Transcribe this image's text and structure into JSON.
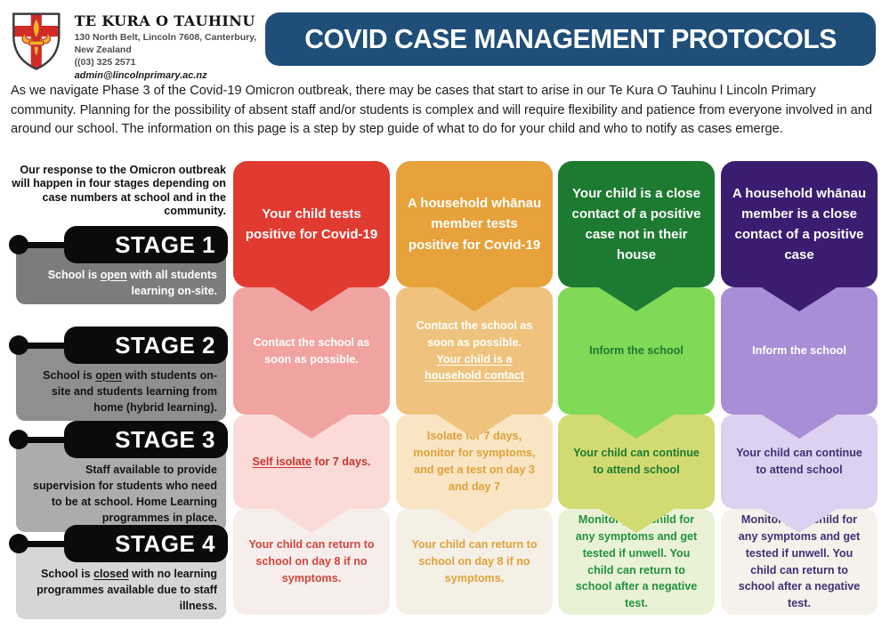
{
  "header": {
    "school": {
      "name": "TE KURA O TAUHINU",
      "address": "130 North Belt, Lincoln 7608, Canterbury, New Zealand",
      "phone": "((03) 325 2571",
      "email": "admin@lincolnprimary.ac.nz"
    },
    "banner": {
      "title": "COVID CASE MANAGEMENT PROTOCOLS",
      "bg": "#1F4E79",
      "text_color": "#FFFFFF"
    }
  },
  "intro": "As we navigate Phase 3 of the Covid-19 Omicron outbreak, there may be cases that start to arise in our Te Kura O Tauhinu l Lincoln Primary community. Planning for the possibility of absent staff and/or students is complex and will require flexibility and patience from everyone involved in and around our school. The information on this page is a step by step guide of what to do for your child and who to notify as cases emerge.",
  "stages": {
    "intro": "Our response to the Omicron outbreak will happen in four stages depending on case numbers at school and in the community.",
    "pill_bg": "#0B0B0B",
    "items": [
      {
        "label": "STAGE 1",
        "bg": "#7C7C7C",
        "text_color": "#FFFFFF",
        "text_before": "School is ",
        "text_underline": "open",
        "text_after": " with all students learning on-site."
      },
      {
        "label": "STAGE 2",
        "bg": "#8F8F8F",
        "text_color": "#141414",
        "text_before": "School is ",
        "text_underline": "open",
        "text_after": " with students on-site and students learning from home (hybrid learning)."
      },
      {
        "label": "STAGE 3",
        "bg": "#ACACAC",
        "text_color": "#141414",
        "text_before": "Staff available to provide supervision for students who need to be at school. Home Learning programmes in place.",
        "text_underline": "",
        "text_after": ""
      },
      {
        "label": "STAGE 4",
        "bg": "#D6D6D6",
        "text_color": "#141414",
        "text_before": "School is ",
        "text_underline": "closed",
        "text_after": " with no learning programmes available due to staff illness."
      }
    ]
  },
  "columns": [
    {
      "header": {
        "text": "Your child tests positive for Covid-19",
        "bg": "#E13B31",
        "text_color": "#FFFFFF"
      },
      "steps": [
        {
          "text_before": "Contact the school as soon as possible.",
          "text_underline": "",
          "text_after": "",
          "bg": "#F1A3A1",
          "text_color": "#FFFFFF"
        },
        {
          "text_before": "",
          "text_underline": "Self isolate",
          "text_after": " for 7 days.",
          "bg": "#FBDBD8",
          "text_color": "#C5382E"
        },
        {
          "text_before": "Your child can return to school on day 8 if no symptoms.",
          "text_underline": "",
          "text_after": "",
          "bg": "#F7EEEC",
          "text_color": "#D0463D"
        }
      ]
    },
    {
      "header": {
        "text": "A household whānau member tests positive for Covid-19",
        "bg": "#E7A23C",
        "text_color": "#FFFFFF"
      },
      "steps": [
        {
          "text_before": "Contact the school as soon as possible.\n",
          "text_underline": "Your child is a household contact",
          "text_after": "",
          "bg": "#EFC37D",
          "text_color": "#FFFFFF"
        },
        {
          "text_before": "Isolate for 7 days, monitor for symptoms, and get a test on day 3 and day 7",
          "text_underline": "",
          "text_after": "",
          "bg": "#F9E5C3",
          "text_color": "#DEA23C"
        },
        {
          "text_before": "Your child can return to school on day 8 if no symptoms.",
          "text_underline": "",
          "text_after": "",
          "bg": "#F5F0E6",
          "text_color": "#DEA23C"
        }
      ]
    },
    {
      "header": {
        "text": "Your child is a close contact of a positive case not in their house",
        "bg": "#1D7A31",
        "text_color": "#FFFFFF"
      },
      "steps": [
        {
          "text_before": "Inform the school",
          "text_underline": "",
          "text_after": "",
          "bg": "#80D957",
          "text_color": "#1D7A31"
        },
        {
          "text_before": "Your child can continue to attend school",
          "text_underline": "",
          "text_after": "",
          "bg": "#D2DB72",
          "text_color": "#1D7A31"
        },
        {
          "text_before": "Monitor your child for any symptoms and get tested if unwell. You child can return to school after a negative test.",
          "text_underline": "",
          "text_after": "",
          "bg": "#E9F2D7",
          "text_color": "#23913E"
        }
      ]
    },
    {
      "header": {
        "text": "A household whānau member is a close contact of a positive case",
        "bg": "#3A1D70",
        "text_color": "#FFFFFF"
      },
      "steps": [
        {
          "text_before": "Inform the school",
          "text_underline": "",
          "text_after": "",
          "bg": "#A78ED6",
          "text_color": "#FFFFFF"
        },
        {
          "text_before": "Your child can continue to attend school",
          "text_underline": "",
          "text_after": "",
          "bg": "#DCD1F1",
          "text_color": "#413076"
        },
        {
          "text_before": "Monitor your child for any symptoms and get tested if unwell. You child can return to school after a negative test.",
          "text_underline": "",
          "text_after": "",
          "bg": "#F5F1EB",
          "text_color": "#413076"
        }
      ]
    }
  ]
}
